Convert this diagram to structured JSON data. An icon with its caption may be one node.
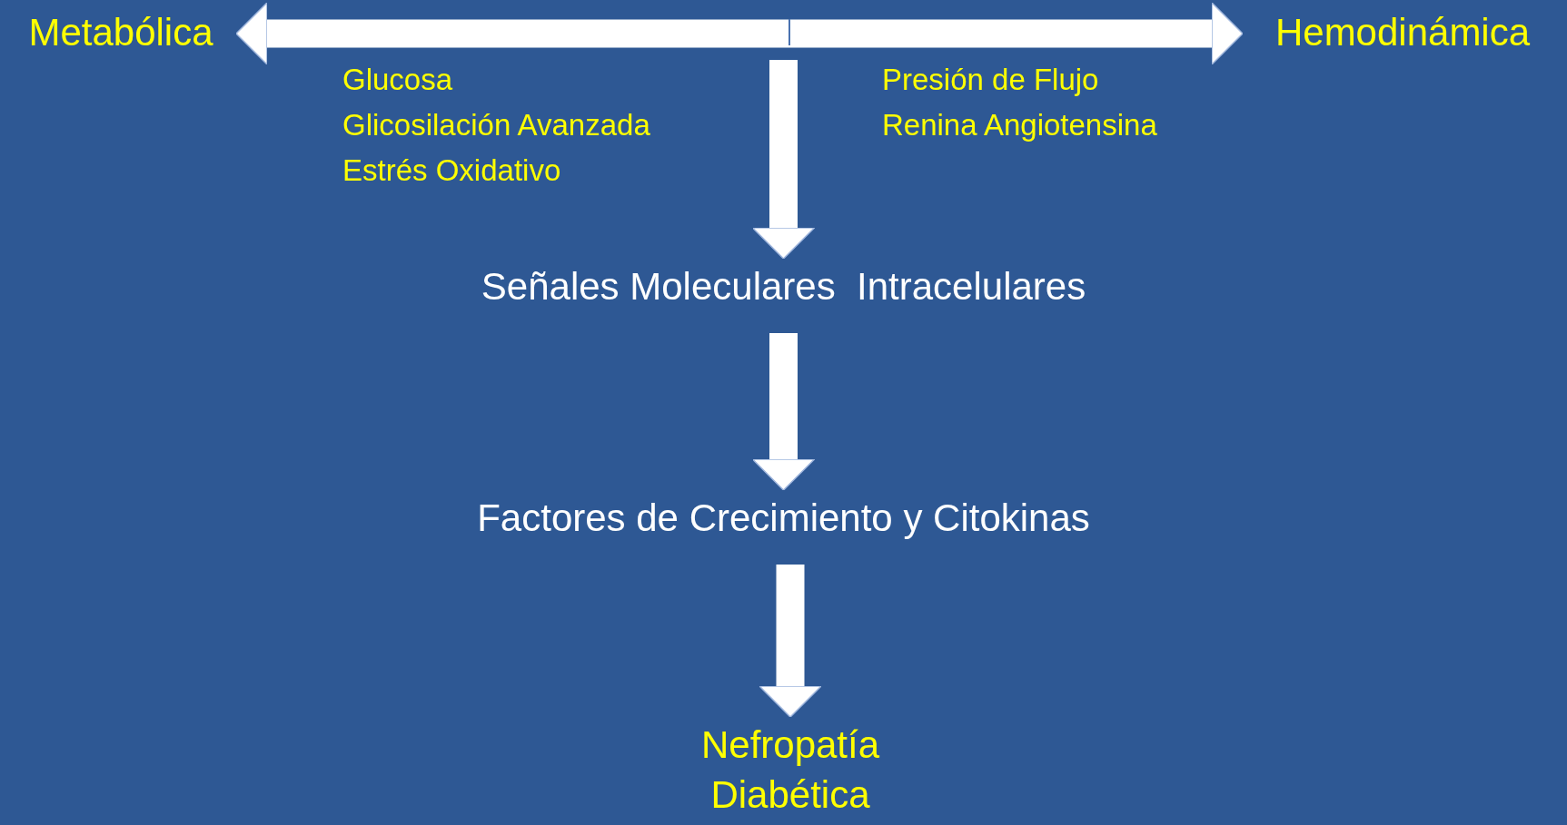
{
  "diagram": {
    "nodes": [
      {
        "text": [
          "Metabólica"
        ]
      },
      {
        "text": [
          "Hemodinámica"
        ]
      },
      {
        "text": [
          "Señales Moleculares  Intracelulares"
        ]
      },
      {
        "text": [
          "Factores de Crecimiento y Citokinas"
        ]
      },
      {
        "text": [
          "Nefropatía Diabética"
        ]
      }
    ],
    "edges": [
      {
        "from": 0,
        "to": 1,
        "arrow": "both"
      },
      {
        "from": null,
        "to": 2,
        "arrow": "to"
      },
      {
        "from": 2,
        "to": 3,
        "arrow": "to"
      },
      {
        "from": 3,
        "to": 4,
        "arrow": "to"
      }
    ],
    "labels": [
      "Glucosa",
      "Glicosilación Avanzada",
      "Estrés Oxidativo",
      "Presión de Flujo",
      "Renina Angiotensina"
    ]
  }
}
